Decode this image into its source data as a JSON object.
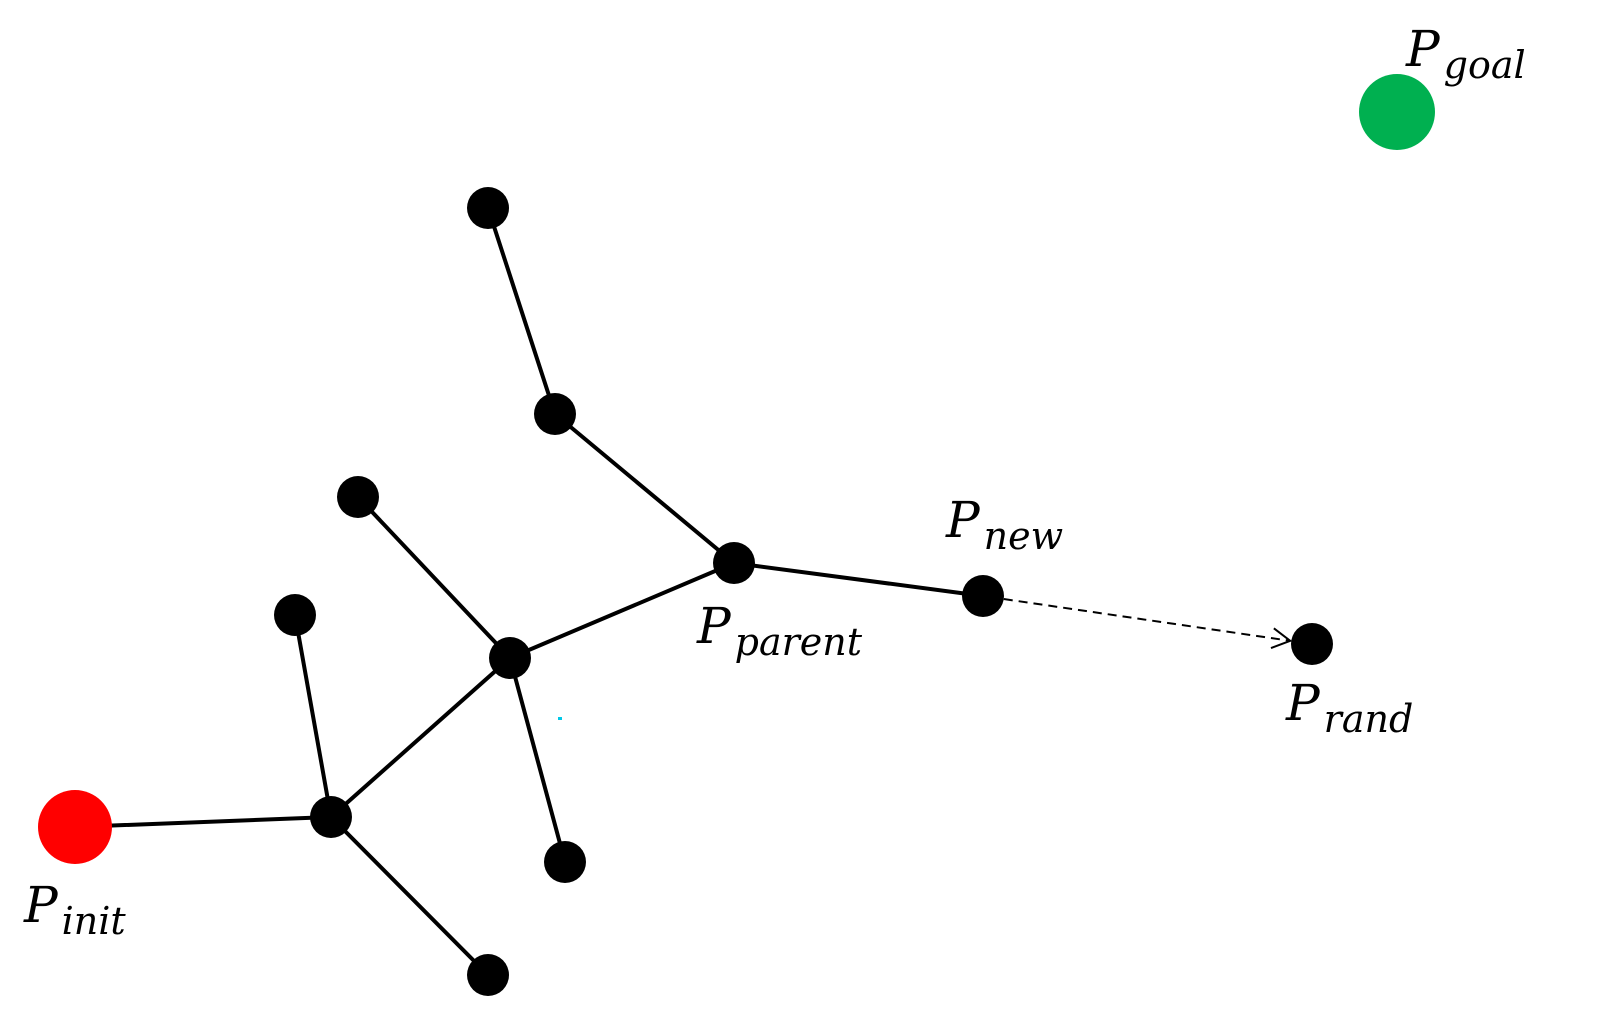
{
  "colors": {
    "tree_node": "#000000",
    "init_node": "#ff0000",
    "goal_node": "#00b050",
    "stray_mark": "#00c8e8"
  },
  "labels": {
    "init": {
      "main": "P",
      "sub": "init"
    },
    "goal": {
      "main": "P",
      "sub": "goal"
    },
    "parent": {
      "main": "P",
      "sub": "parent"
    },
    "new": {
      "main": "P",
      "sub": "new"
    },
    "rand": {
      "main": "P",
      "sub": "rand"
    }
  },
  "nodes": [
    {
      "id": "init",
      "kind": "init"
    },
    {
      "id": "goal",
      "kind": "goal"
    },
    {
      "id": "hub",
      "kind": "tree"
    },
    {
      "id": "b1",
      "kind": "tree"
    },
    {
      "id": "b2",
      "kind": "tree"
    },
    {
      "id": "mid",
      "kind": "tree"
    },
    {
      "id": "m1",
      "kind": "tree"
    },
    {
      "id": "m2",
      "kind": "tree"
    },
    {
      "id": "parent",
      "kind": "tree"
    },
    {
      "id": "up",
      "kind": "tree"
    },
    {
      "id": "top",
      "kind": "tree"
    },
    {
      "id": "new",
      "kind": "tree"
    },
    {
      "id": "rand",
      "kind": "tree"
    }
  ],
  "edges": [
    {
      "from": "init",
      "to": "hub",
      "style": "solid"
    },
    {
      "from": "hub",
      "to": "b1",
      "style": "solid"
    },
    {
      "from": "hub",
      "to": "b2",
      "style": "solid"
    },
    {
      "from": "hub",
      "to": "mid",
      "style": "solid"
    },
    {
      "from": "mid",
      "to": "m1",
      "style": "solid"
    },
    {
      "from": "mid",
      "to": "m2",
      "style": "solid"
    },
    {
      "from": "mid",
      "to": "parent",
      "style": "solid"
    },
    {
      "from": "parent",
      "to": "up",
      "style": "solid"
    },
    {
      "from": "up",
      "to": "top",
      "style": "solid"
    },
    {
      "from": "parent",
      "to": "new",
      "style": "solid"
    },
    {
      "from": "new",
      "to": "rand",
      "style": "dashed-arrow"
    }
  ]
}
